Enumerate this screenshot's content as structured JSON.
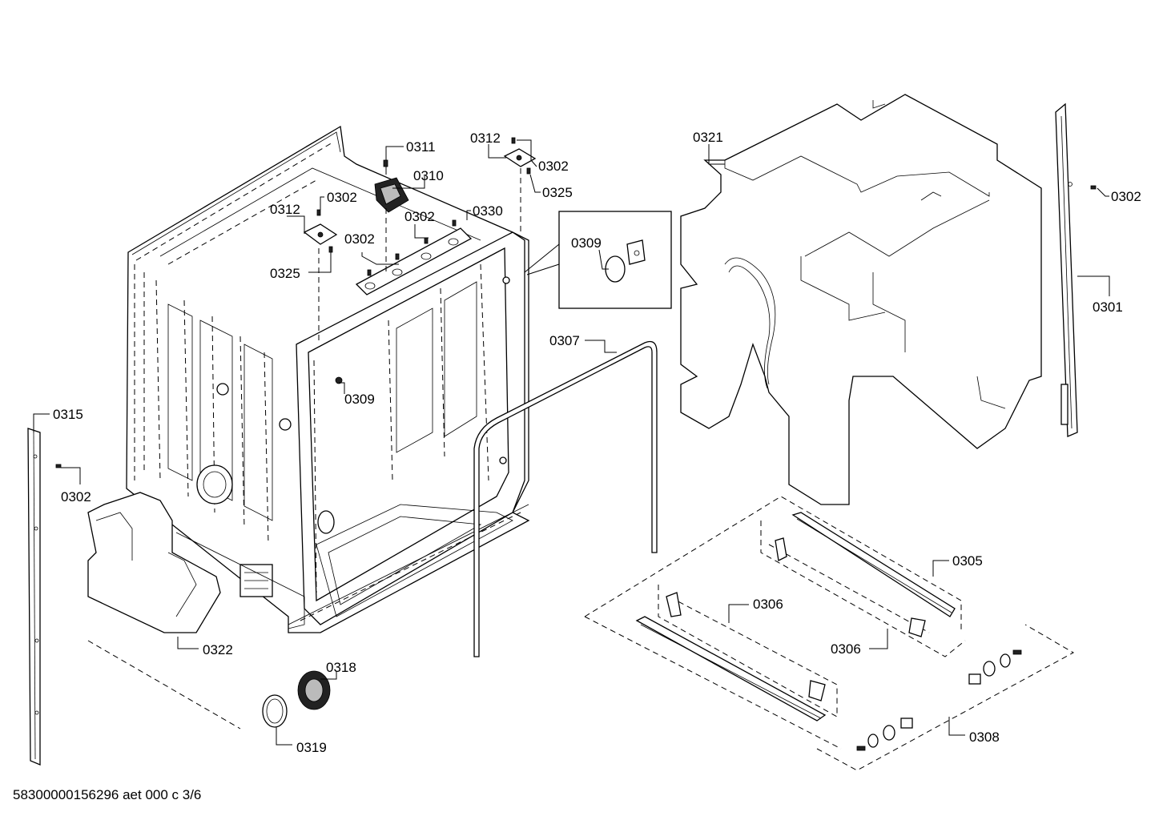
{
  "labels": {
    "l0311": "0311",
    "l0312a": "0312",
    "l0302a": "0302",
    "l0325a": "0325",
    "l0310": "0310",
    "l0312b": "0312",
    "l0302b": "0302",
    "l0302c": "0302",
    "l0330": "0330",
    "l0325b": "0325",
    "l0302d": "0302",
    "l0309a": "0309",
    "l0321": "0321",
    "l0302e": "0302",
    "l0301": "0301",
    "l0307": "0307",
    "l0309b": "0309",
    "l0315": "0315",
    "l0302f": "0302",
    "l0322": "0322",
    "l0318": "0318",
    "l0319": "0319",
    "l0305": "0305",
    "l0306a": "0306",
    "l0306b": "0306",
    "l0308": "0308"
  },
  "footer": "58300000156296 aet 000 c 3/6"
}
